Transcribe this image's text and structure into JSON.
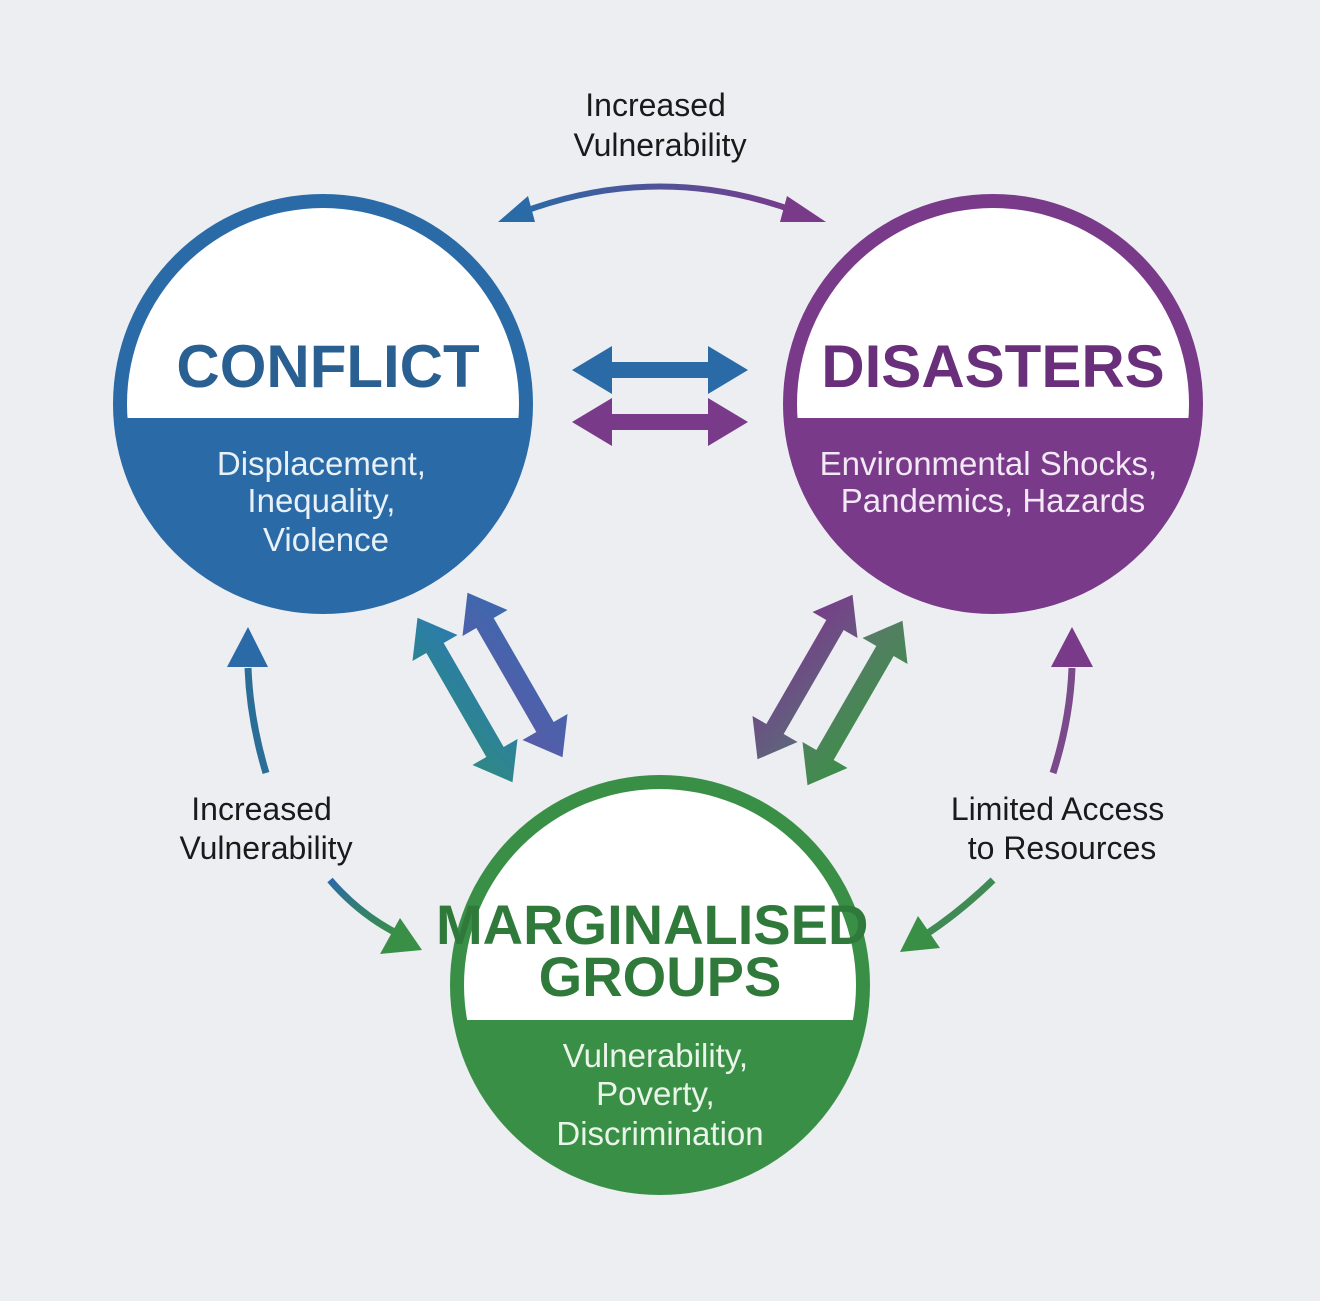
{
  "diagram": {
    "colors": {
      "background": "#eceef1",
      "conflict": "#2a6aa6",
      "disasters": "#7a3a8a",
      "marginalised": "#3a8f46",
      "label_text": "#1a1a1a"
    },
    "nodes": {
      "conflict": {
        "title": "CONFLICT",
        "subtitle_lines": [
          "Displacement,",
          "Inequality,",
          "Violence"
        ]
      },
      "disasters": {
        "title": "DISASTERS",
        "subtitle_lines": [
          "Environmental Shocks,",
          "Pandemics, Hazards"
        ]
      },
      "marginalised": {
        "title_lines": [
          "MARGINALISED",
          "GROUPS"
        ],
        "subtitle_lines": [
          "Vulnerability,",
          "Poverty,",
          "Discrimination"
        ]
      }
    },
    "edge_labels": {
      "top": [
        "Increased",
        "Vulnerability"
      ],
      "left": [
        "Increased",
        "Vulnerability"
      ],
      "right": [
        "Limited Access",
        "to Resources"
      ]
    },
    "edges": [
      {
        "from": "conflict",
        "to": "disasters",
        "type": "bidirectional",
        "label": "Increased Vulnerability"
      },
      {
        "from": "conflict",
        "to": "disasters",
        "type": "bidirectional"
      },
      {
        "from": "conflict",
        "to": "marginalised",
        "type": "bidirectional"
      },
      {
        "from": "disasters",
        "to": "marginalised",
        "type": "bidirectional"
      },
      {
        "from": "marginalised",
        "to": "conflict",
        "type": "directed",
        "label": "Increased Vulnerability"
      },
      {
        "from": "marginalised",
        "to": "disasters",
        "type": "directed",
        "label": "Limited Access to Resources"
      }
    ]
  }
}
